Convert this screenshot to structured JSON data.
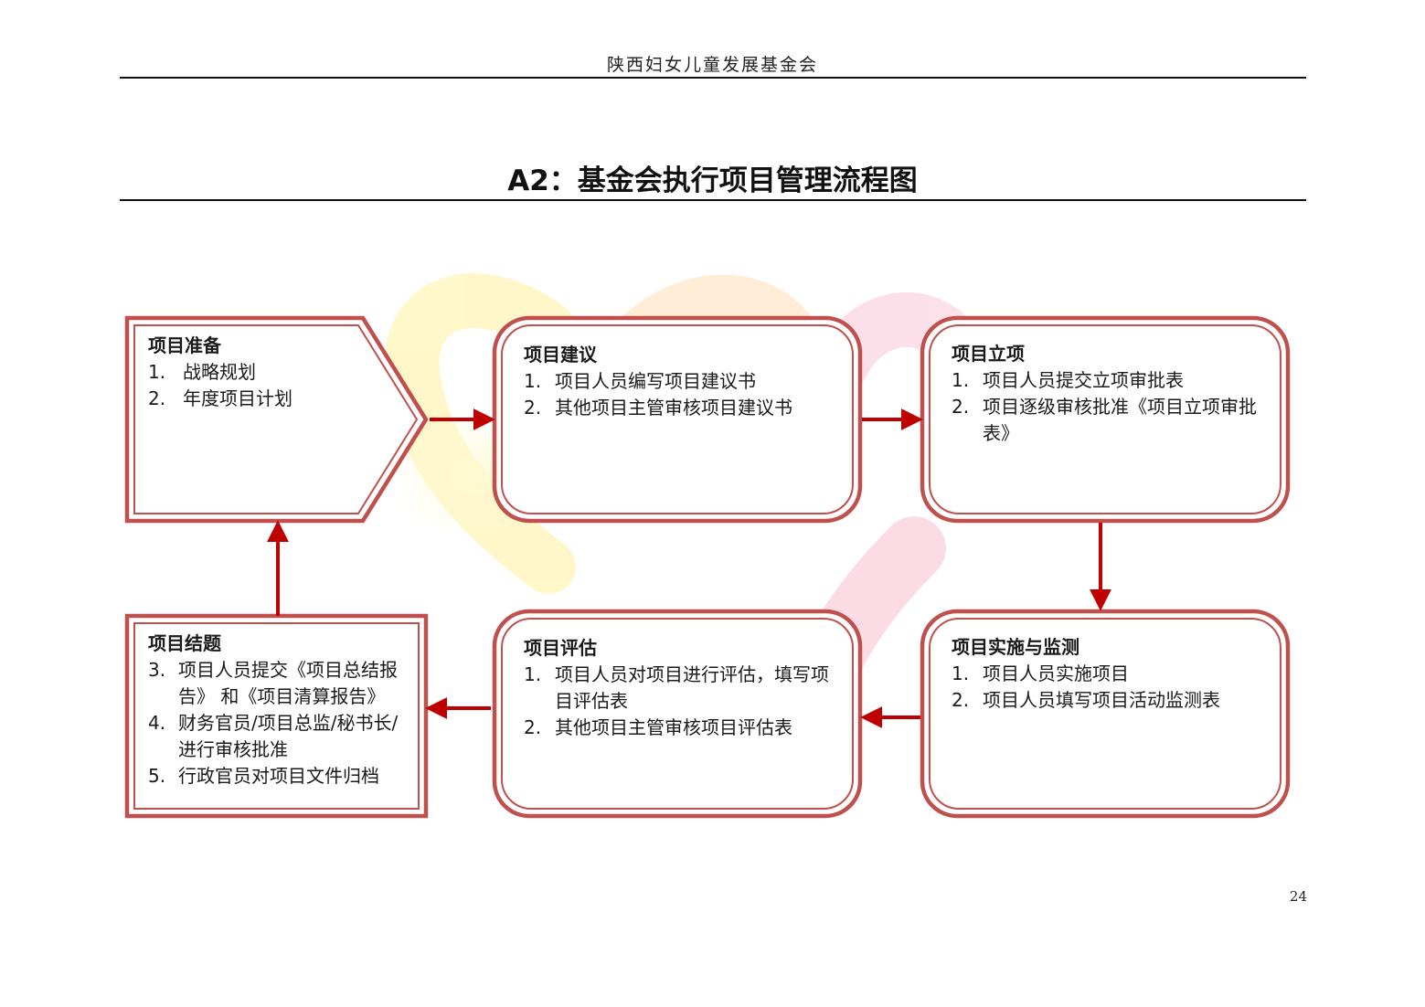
{
  "header": {
    "organization": "陕西妇女儿童发展基金会"
  },
  "title": "A2：基金会执行项目管理流程图",
  "colors": {
    "border": "#c0504d",
    "arrow": "#c00000"
  },
  "steps": [
    {
      "title": "项目准备",
      "items": [
        {
          "num": "1.",
          "text": "战略规划"
        },
        {
          "num": "2.",
          "text": "年度项目计划"
        }
      ]
    },
    {
      "title": "项目建议",
      "items": [
        {
          "num": "1.",
          "text": "项目人员编写项目建议书"
        },
        {
          "num": "2.",
          "text": "其他项目主管审核项目建议书"
        }
      ]
    },
    {
      "title": "项目立项",
      "items": [
        {
          "num": "1.",
          "text": "项目人员提交立项审批表"
        },
        {
          "num": "2.",
          "text": "项目逐级审核批准《项目立项审批表》"
        }
      ]
    },
    {
      "title": "项目实施与监测",
      "items": [
        {
          "num": "1.",
          "text": "项目人员实施项目"
        },
        {
          "num": "2.",
          "text": "项目人员填写项目活动监测表"
        }
      ]
    },
    {
      "title": "项目评估",
      "items": [
        {
          "num": "1.",
          "text": "项目人员对项目进行评估，填写项目评估表"
        },
        {
          "num": "2.",
          "text": "其他项目主管审核项目评估表"
        }
      ]
    },
    {
      "title": "项目结题",
      "items": [
        {
          "num": "3.",
          "text": "项目人员提交《项目总结报告》 和《项目清算报告》"
        },
        {
          "num": "4.",
          "text": "财务官员/项目总监/秘书长/进行审核批准"
        },
        {
          "num": "5.",
          "text": "行政官员对项目文件归档"
        }
      ]
    }
  ],
  "page_number": "24"
}
